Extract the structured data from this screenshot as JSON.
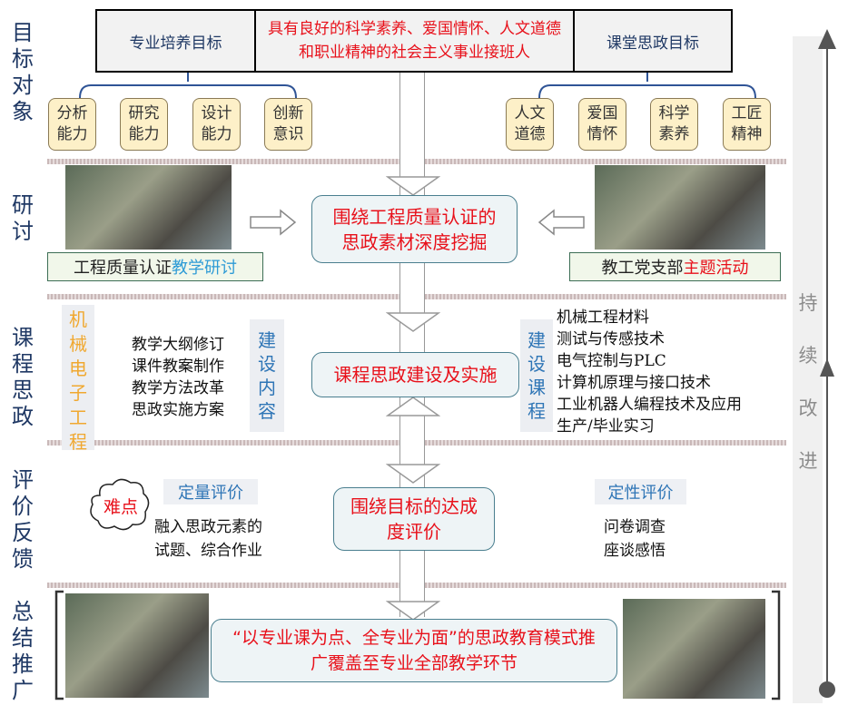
{
  "row_labels": [
    "目标对象",
    "研讨",
    "课程思政",
    "评价反馈",
    "总结推广"
  ],
  "top": {
    "left": "专业培养目标",
    "center": "具有良好的科学素养、爱国情怀、人文道德和职业精神的社会主义事业接班人",
    "right": "课堂思政目标"
  },
  "left_abilities": [
    [
      "分析",
      "能力"
    ],
    [
      "研究",
      "能力"
    ],
    [
      "设计",
      "能力"
    ],
    [
      "创新",
      "意识"
    ]
  ],
  "right_values": [
    [
      "人文",
      "道德"
    ],
    [
      "爱国",
      "情怀"
    ],
    [
      "科学",
      "素养"
    ],
    [
      "工匠",
      "精神"
    ]
  ],
  "discussion": {
    "center": "围绕工程质量认证的思政素材深度挖掘",
    "left_caption_a": "工程质量认证",
    "left_caption_b": "教学研讨",
    "right_caption_a": "教工党支部",
    "right_caption_b": "主题活动"
  },
  "course": {
    "major": "机械电子工程",
    "content_items": [
      "教学大纲修订",
      "课件教案制作",
      "教学方法改革",
      "思政实施方案"
    ],
    "content_tag": "建设内容",
    "center": "课程思政建设及实施",
    "course_tag": "建设课程",
    "courses": [
      "机械工程材料",
      "测试与传感技术",
      "电气控制与PLC",
      "计算机原理与接口技术",
      "工业机器人编程技术及应用",
      "生产/毕业实习"
    ]
  },
  "evaluation": {
    "difficulty": "难点",
    "quant_tag": "定量评价",
    "quant_text": [
      "融入思政元素的",
      "试题、综合作业"
    ],
    "center": "围绕目标的达成度评价",
    "qual_tag": "定性评价",
    "qual_text": [
      "问卷调查",
      "座谈感悟"
    ]
  },
  "promotion": {
    "center": "“以专业课为点、全专业为面”的思政教育模式推广覆盖至专业全部教学环节"
  },
  "side": {
    "label": "持续改进"
  }
}
